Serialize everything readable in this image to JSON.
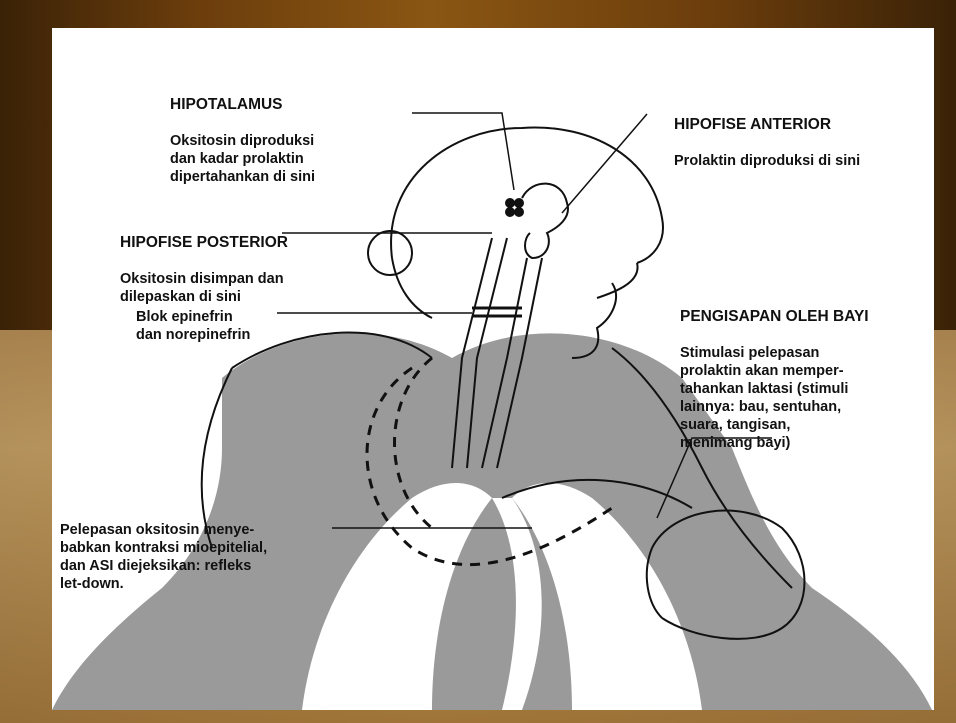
{
  "labels": {
    "hipotalamus": {
      "title": "HIPOTALAMUS",
      "text": "Oksitosin diproduksi\ndan kadar prolaktin\ndipertahankan di sini"
    },
    "hipofise_anterior": {
      "title": "HIPOFISE ANTERIOR",
      "text": "Prolaktin diproduksi di sini"
    },
    "hipofise_posterior": {
      "title": "HIPOFISE POSTERIOR",
      "text": "Oksitosin disimpan dan\ndilepaskan di sini"
    },
    "blok": {
      "text": "Blok epinefrin\ndan norepinefrin"
    },
    "pengisapan": {
      "title": "PENGISAPAN OLEH BAYI",
      "text": "Stimulasi pelepasan\nprolaktin akan memper-",
      "text2": "tahankan laktasi (stimuli\nlainnya: bau, sentuhan,\nsuara, tangisan,\nmenimang bayi)"
    },
    "pelepasan": {
      "text": "Pelepasan oksitosin menye-\nbabkan kontraksi mioepitelial,\ndan ASI diejeksikan: refleks\nlet-down."
    }
  },
  "colors": {
    "frame_dark": "#3a2207",
    "frame_mid": "#8a5613",
    "sheet": "#ffffff",
    "watermark": "#9a9a9a",
    "ink": "#111111"
  }
}
